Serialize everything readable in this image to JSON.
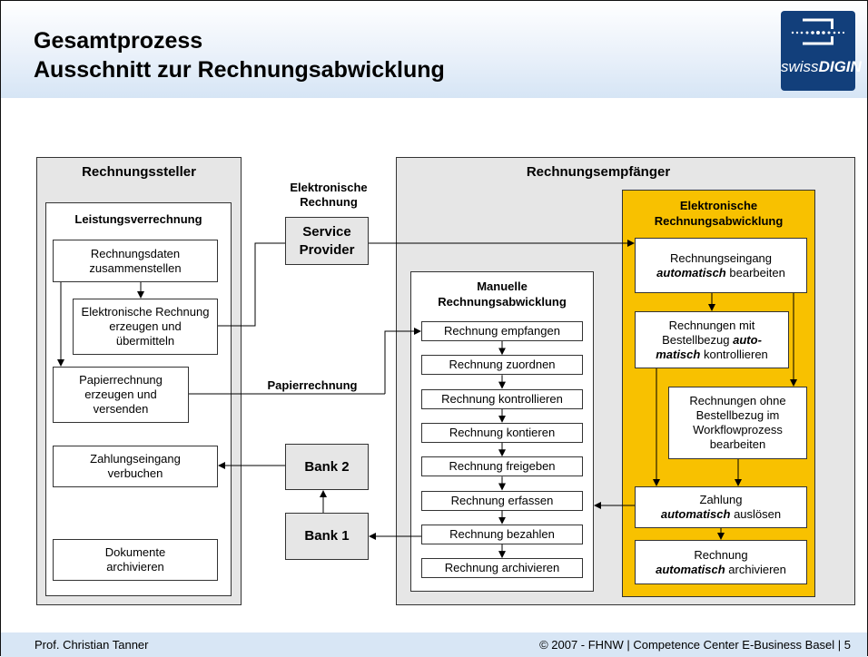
{
  "header": {
    "title_line1": "Gesamtprozess",
    "title_line2": "Ausschnitt zur Rechnungsabwicklung",
    "logo_text_light": "swiss",
    "logo_text_bold": "DIGIN"
  },
  "footer": {
    "author": "Prof. Christian Tanner",
    "copyright": "© 2007 - FHNW | Competence Center E-Business Basel | 5"
  },
  "left": {
    "title": "Rechnungssteller",
    "inner_title": "Leistungsverrechnung",
    "box1": "Rechnungsdaten zusammenstellen",
    "box2": "Elektronische Rechnung erzeugen und übermitteln",
    "box3": "Papierrechnung erzeugen und versenden",
    "box4": "Zahlungseingang verbuchen",
    "box5": "Dokumente archivieren"
  },
  "middle": {
    "elec_label": "Elektronische Rechnung",
    "service_provider": "Service Provider",
    "paper_label": "Papierrechnung",
    "bank2": "Bank 2",
    "bank1": "Bank 1"
  },
  "right": {
    "title": "Rechnungsempfänger",
    "manual_title": "Manuelle Rechnungsabwicklung",
    "manual_steps": [
      "Rechnung empfangen",
      "Rechnung zuordnen",
      "Rechnung kontrollieren",
      "Rechnung kontieren",
      "Rechnung freigeben",
      "Rechnung erfassen",
      "Rechnung bezahlen",
      "Rechnung archivieren"
    ],
    "elec_title": "Elektronische Rechnungsabwicklung",
    "e1_a": "Rechnungseingang",
    "e1_b": "automatisch",
    "e1_c": "bearbeiten",
    "e2_a": "Rechnungen mit",
    "e2_b": "Bestellbezug",
    "e2_c": "auto-",
    "e2_d": "matisch",
    "e2_e": "kontrollieren",
    "e3": "Rechnungen ohne Bestellbezug im Workflowprozess bearbeiten",
    "e4_a": "Zahlung",
    "e4_b": "automatisch",
    "e4_c": "auslösen",
    "e5_a": "Rechnung",
    "e5_b": "automatisch",
    "e5_c": "archivieren"
  }
}
